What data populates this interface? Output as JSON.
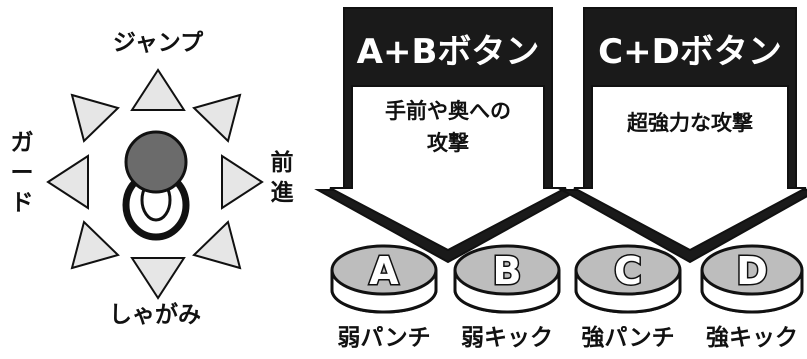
{
  "joystick": {
    "up": "ジャンプ",
    "down": "しゃがみ",
    "left": "ガード",
    "right": "前進"
  },
  "panels": [
    {
      "title": "A+Bボタン",
      "desc_lines": [
        "手前や奥への",
        "攻撃"
      ]
    },
    {
      "title": "C+Dボタン",
      "desc_lines": [
        "超強力な攻撃"
      ]
    }
  ],
  "buttons": [
    {
      "letter": "A",
      "label": "弱パンチ"
    },
    {
      "letter": "B",
      "label": "弱キック"
    },
    {
      "letter": "C",
      "label": "強パンチ"
    },
    {
      "letter": "D",
      "label": "強キック"
    }
  ],
  "colors": {
    "arrow_fill": "#e6e6e6",
    "ball_fill": "#6b6b6b",
    "panel_fill": "#1a1a1a",
    "button_top": "#bdbdbd"
  }
}
